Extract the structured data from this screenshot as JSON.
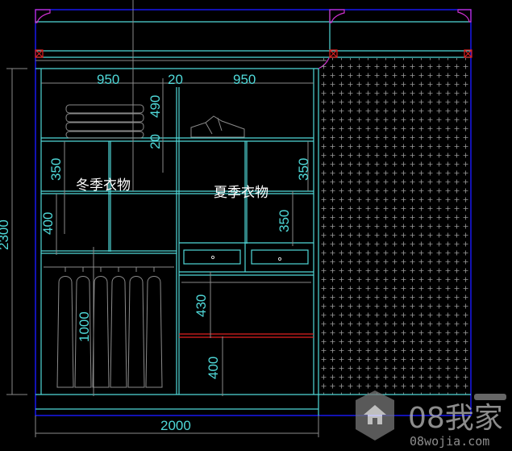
{
  "drawing": {
    "dimensions": {
      "left_width": "950",
      "divider": "20",
      "right_width": "950",
      "top_height": "490",
      "shelf_thickness": "20",
      "left_cell": "350",
      "right_cell": "350",
      "left_lower_cell": "400",
      "right_lower_cell": "350",
      "hanging_height": "1000",
      "mid_hang": "430",
      "bottom_space": "400",
      "total_height": "2300",
      "total_width": "2000"
    },
    "labels": {
      "winter_clothes": "冬季衣物",
      "summer_clothes": "夏季衣物"
    }
  },
  "watermark": {
    "brand": "08我家",
    "url": "08wojia.com"
  },
  "colors": {
    "line": "#4fd8d8",
    "frame": "#1a1aff",
    "dim": "#8a8a8a",
    "accent": "#e02020",
    "molding": "#d030d0"
  }
}
